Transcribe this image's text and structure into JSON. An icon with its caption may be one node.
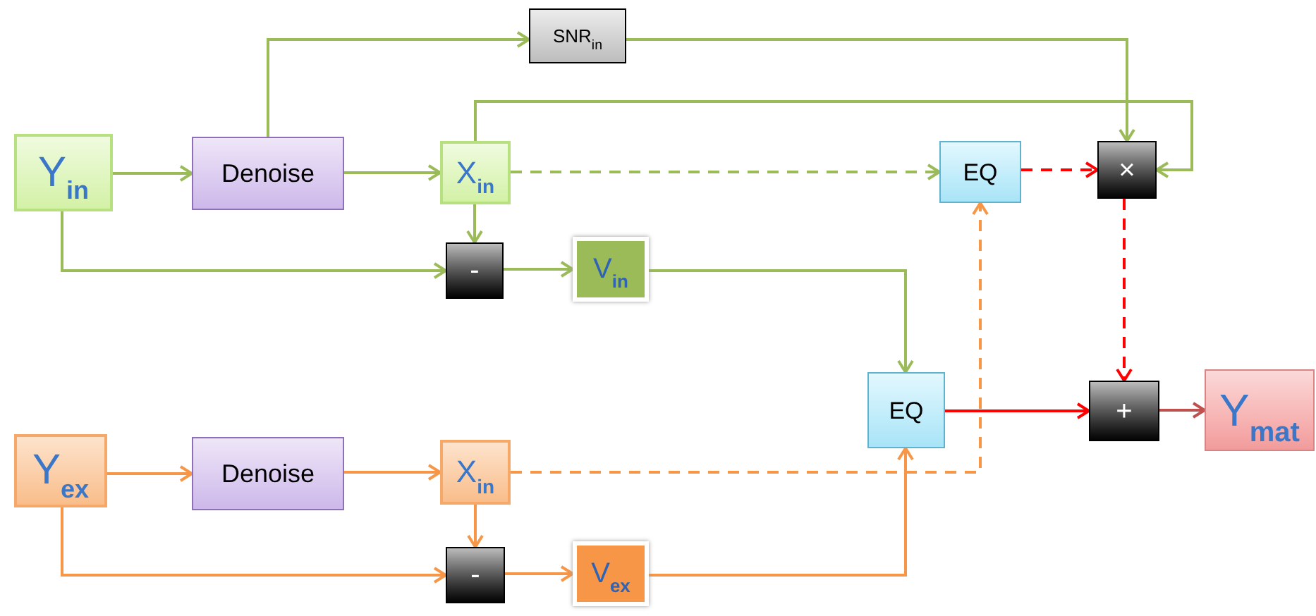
{
  "diagram": {
    "nodes": [
      {
        "text": [
          "Y$_{in}$"
        ]
      },
      {
        "text": [
          "Denoise"
        ]
      },
      {
        "text": [
          "X$_{in}$"
        ]
      },
      {
        "text": [
          "SNR$_{in}$"
        ]
      },
      {
        "text": [
          "-"
        ]
      },
      {
        "text": [
          "V$_{in}$"
        ]
      },
      {
        "text": [
          "EQ"
        ]
      },
      {
        "text": [
          "×"
        ]
      },
      {
        "text": [
          "EQ"
        ]
      },
      {
        "text": [
          "+"
        ]
      },
      {
        "text": [
          "Y$_{mat}$"
        ]
      },
      {
        "text": [
          "Y$_{ex}$"
        ]
      },
      {
        "text": [
          "Denoise"
        ]
      },
      {
        "text": [
          "X$_{in}$"
        ]
      },
      {
        "text": [
          "-"
        ]
      },
      {
        "text": [
          "V$_{ex}$"
        ]
      }
    ],
    "edges": [
      {
        "from": 0,
        "to": 1,
        "arrow": "to"
      },
      {
        "from": 1,
        "to": 3,
        "arrow": "to"
      },
      {
        "from": 1,
        "to": 2,
        "arrow": "to"
      },
      {
        "from": 0,
        "to": 4,
        "arrow": "to"
      },
      {
        "from": 2,
        "to": 4,
        "arrow": "to"
      },
      {
        "from": 4,
        "to": 5,
        "arrow": "to"
      },
      {
        "from": 2,
        "to": 7,
        "arrow": "to"
      },
      {
        "from": 3,
        "to": 7,
        "arrow": "to"
      },
      {
        "from": 2,
        "to": 6,
        "arrow": "to",
        "style": "dashed"
      },
      {
        "from": 6,
        "to": 7,
        "arrow": "to",
        "style": "dashed",
        "color": "#ff0000"
      },
      {
        "from": 7,
        "to": 9,
        "arrow": "to",
        "style": "dashed",
        "color": "#ff0000"
      },
      {
        "from": 5,
        "to": 8,
        "arrow": "to"
      },
      {
        "from": 8,
        "to": 9,
        "arrow": "to",
        "color": "#ff0000"
      },
      {
        "from": 9,
        "to": 10,
        "arrow": "to",
        "color": "#c0504d"
      },
      {
        "from": 11,
        "to": 12,
        "arrow": "to",
        "color": "#f79646"
      },
      {
        "from": 12,
        "to": 13,
        "arrow": "to",
        "color": "#f79646"
      },
      {
        "from": 11,
        "to": 14,
        "arrow": "to",
        "color": "#f79646"
      },
      {
        "from": 13,
        "to": 14,
        "arrow": "to",
        "color": "#f79646"
      },
      {
        "from": 14,
        "to": 15,
        "arrow": "to",
        "color": "#f79646"
      },
      {
        "from": 15,
        "to": 8,
        "arrow": "to",
        "color": "#f79646"
      },
      {
        "from": 13,
        "to": 6,
        "arrow": "to",
        "style": "dashed",
        "color": "#f79646"
      }
    ]
  }
}
